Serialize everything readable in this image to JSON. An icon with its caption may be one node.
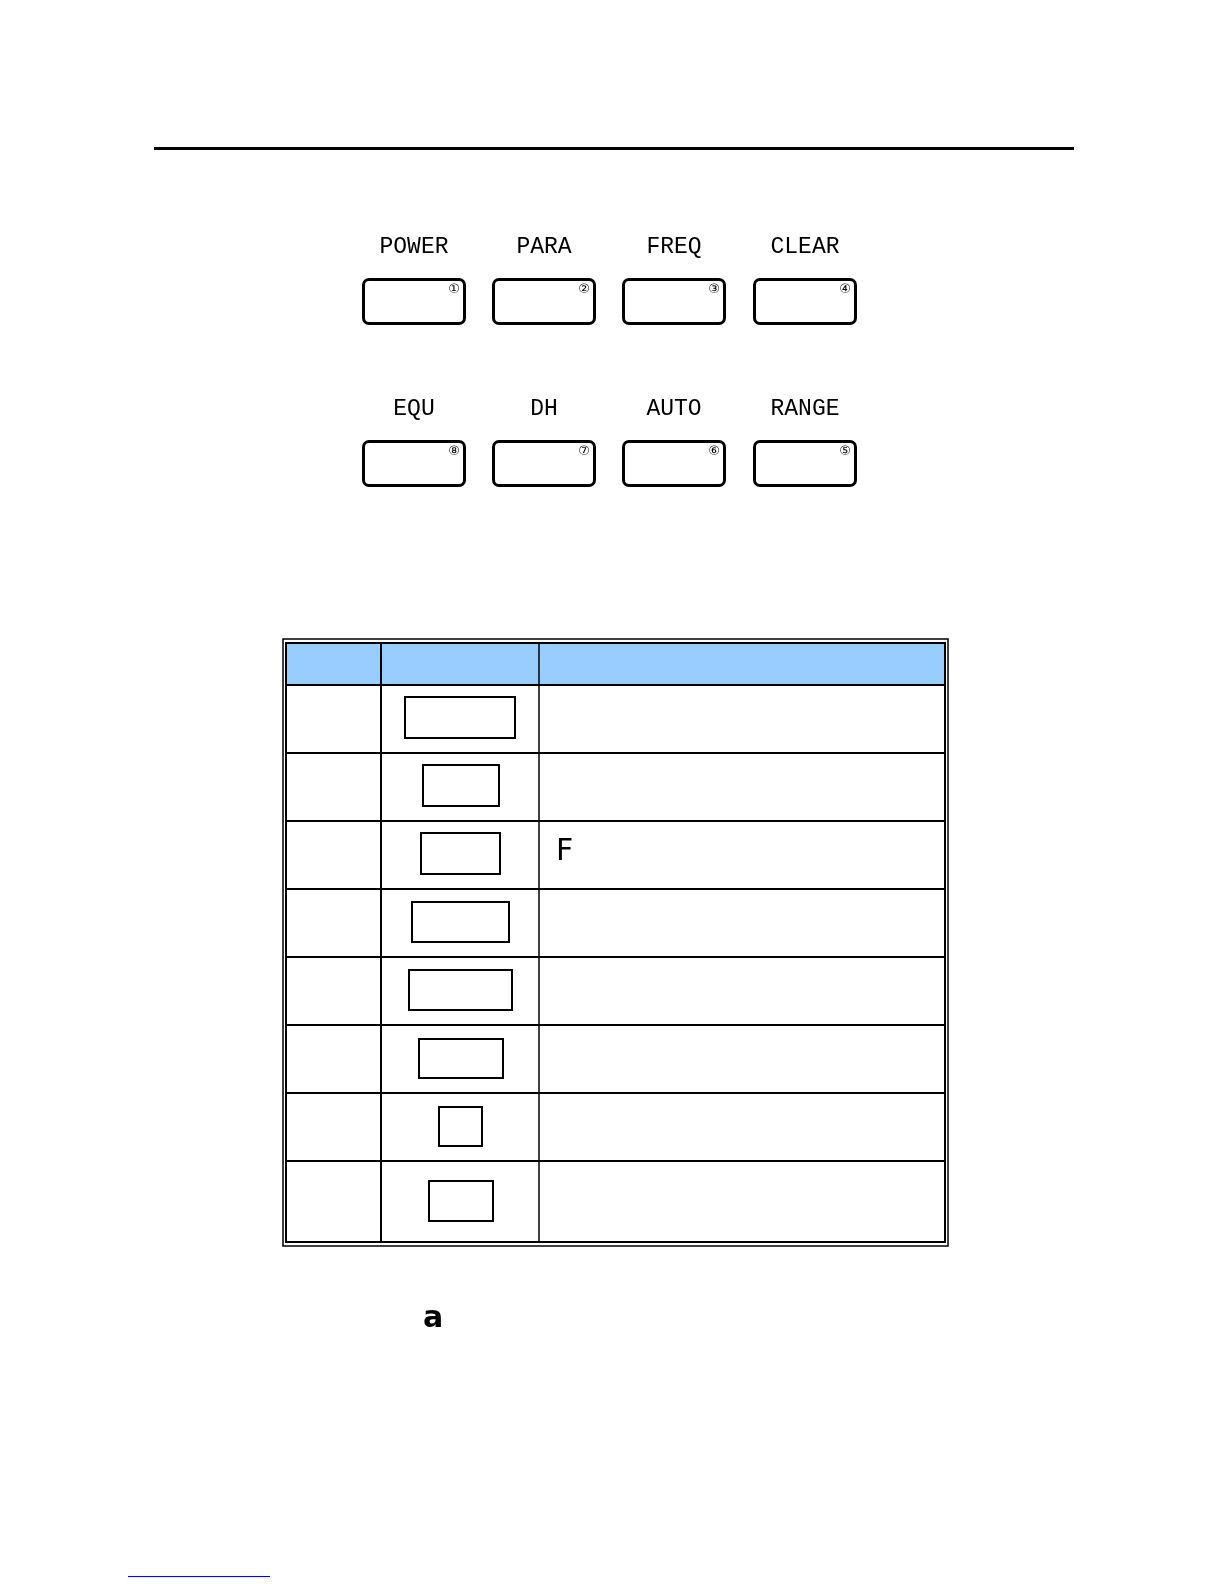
{
  "diagram": {
    "nodes": [
      {
        "text": [
          "POWER",
          "①"
        ]
      },
      {
        "text": [
          "PARA",
          "②"
        ]
      },
      {
        "text": [
          "FREQ",
          "③"
        ]
      },
      {
        "text": [
          "CLEAR",
          "④"
        ]
      },
      {
        "text": [
          "EQU",
          "⑧"
        ]
      },
      {
        "text": [
          "DH",
          "⑦"
        ]
      },
      {
        "text": [
          "AUTO",
          "⑥"
        ]
      },
      {
        "text": [
          "RANGE",
          "⑤"
        ]
      },
      {
        "text": [],
        "shape": "box"
      },
      {
        "text": [],
        "shape": "box"
      },
      {
        "text": [],
        "shape": "box"
      },
      {
        "text": [],
        "shape": "box"
      },
      {
        "text": [],
        "shape": "box"
      },
      {
        "text": [],
        "shape": "box"
      },
      {
        "text": [],
        "shape": "box"
      },
      {
        "text": [],
        "shape": "box"
      }
    ],
    "labels": [
      "F",
      "a"
    ]
  }
}
